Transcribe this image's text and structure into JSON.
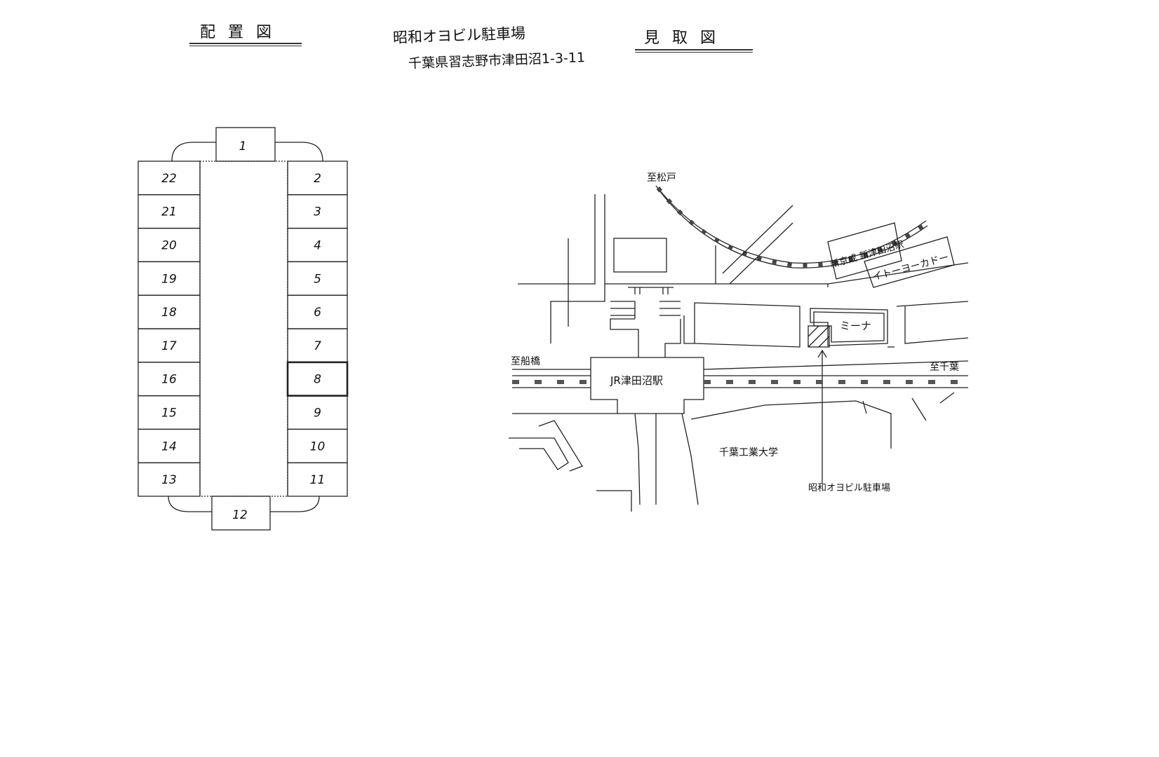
{
  "headings": {
    "layout_heading": "配置図",
    "map_heading": "見取図"
  },
  "title": {
    "name": "昭和オヨビル駐車場",
    "address": "千葉県習志野市津田沼1-3-11"
  },
  "layout": {
    "slots_left": [
      "22",
      "21",
      "20",
      "19",
      "18",
      "17",
      "16",
      "15",
      "14",
      "13"
    ],
    "slots_right": [
      "2",
      "3",
      "4",
      "5",
      "6",
      "7",
      "8",
      "9",
      "10",
      "11"
    ],
    "slot_top": "1",
    "slot_bottom": "12",
    "highlighted_slot": "8"
  },
  "map": {
    "to_matsudo": "至松戸",
    "to_funabashi": "至船橋",
    "to_chiba": "至千葉",
    "keisei_station": "新京成 新津田沼駅",
    "itoyokado": "イトーヨーカドー",
    "mina": "ミーナ",
    "jr_station": "JR津田沼駅",
    "university": "千葉工業大学",
    "parking_label": "昭和オヨビル駐車場"
  },
  "colors": {
    "ink": "#111111",
    "paper": "#ffffff"
  }
}
